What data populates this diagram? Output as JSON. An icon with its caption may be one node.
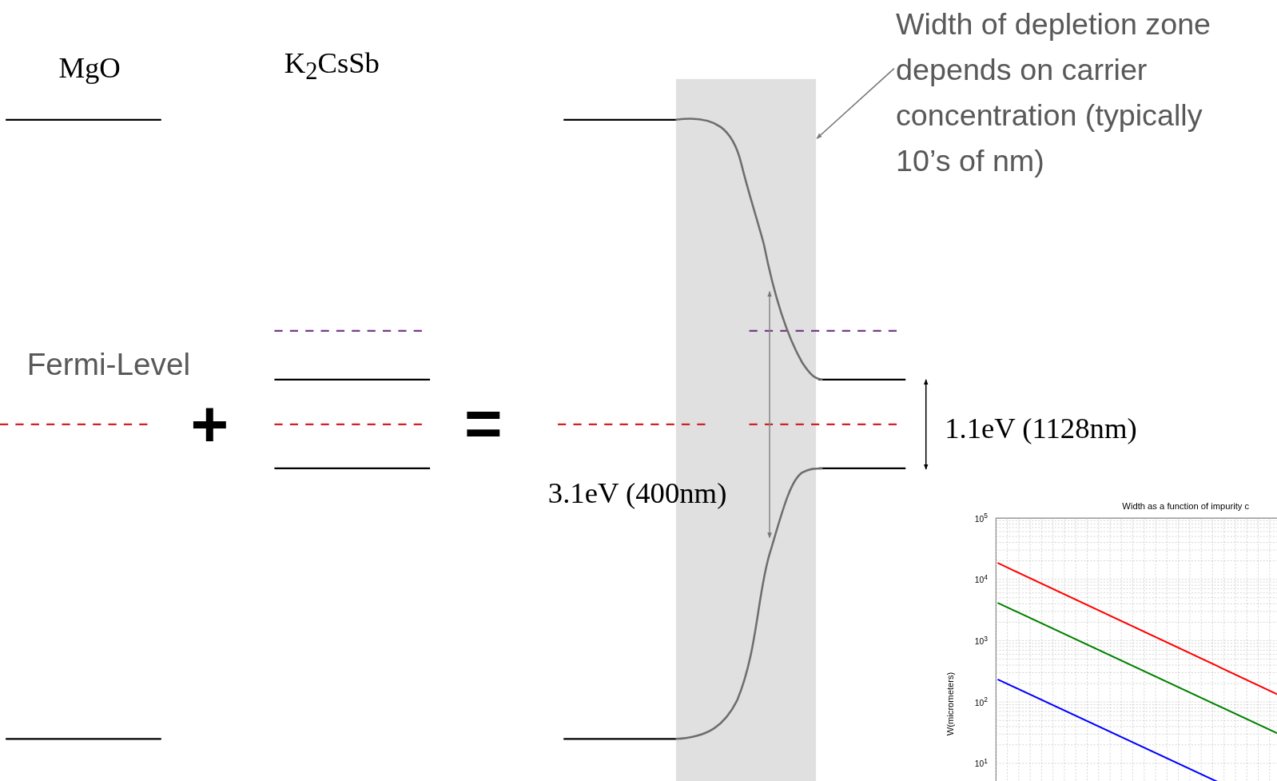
{
  "diagram": {
    "nodes": [
      {
        "text": [
          "Width of depletion zone depends on carrier concentration (typically 10’s of nm)"
        ]
      },
      {
        "text": [],
        "shape": "box"
      }
    ],
    "edges": [
      {
        "from": 0,
        "to": 1,
        "arrow": "to"
      }
    ],
    "labels": [
      "MgO",
      "K$_{2}$CsSb",
      "Fermi-Level",
      "+",
      "=",
      "3.1eV (400nm)",
      "1.1eV (1128nm)",
      "Width as a function of impurity c",
      "W(micrometers)",
      "10$^{5}$",
      "10$^{4}$",
      "10$^{3}$",
      "10$^{2}$",
      "10$^{1}$"
    ]
  }
}
